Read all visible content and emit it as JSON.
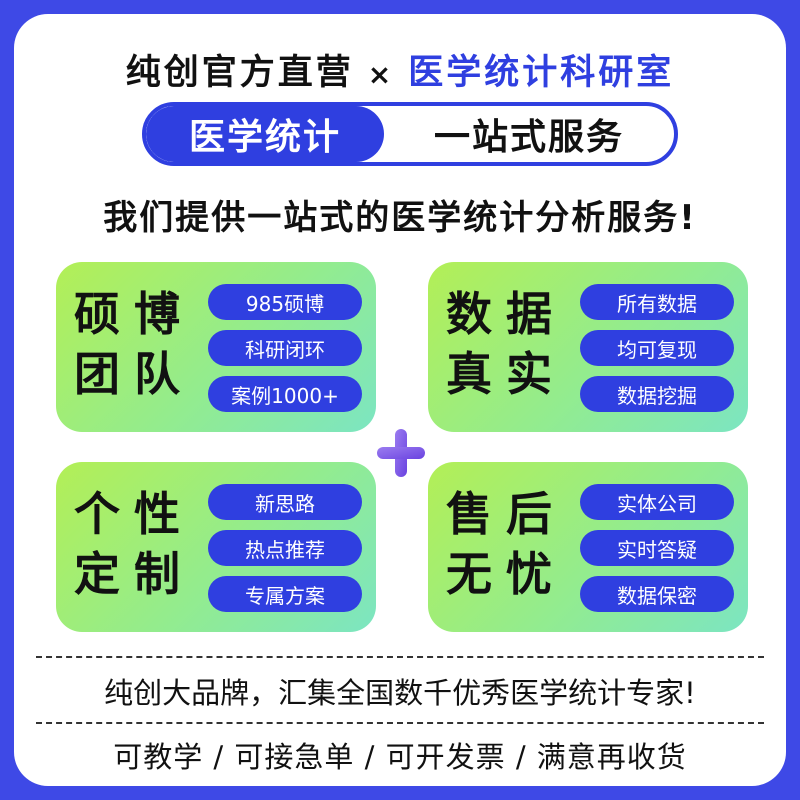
{
  "header": {
    "left": "纯创官方直营",
    "times": "×",
    "brand": "医学统计科研室"
  },
  "pill": {
    "left": "医学统计",
    "right": "一站式服务"
  },
  "tagline": "我们提供一站式的医学统计分析服务!",
  "cards": [
    {
      "title": [
        "硕博",
        "团队"
      ],
      "tags": [
        "985硕博",
        "科研闭环",
        "案例1000+"
      ]
    },
    {
      "title": [
        "数据",
        "真实"
      ],
      "tags": [
        "所有数据",
        "均可复现",
        "数据挖掘"
      ]
    },
    {
      "title": [
        "个性",
        "定制"
      ],
      "tags": [
        "新思路",
        "热点推荐",
        "专属方案"
      ]
    },
    {
      "title": [
        "售后",
        "无忧"
      ],
      "tags": [
        "实体公司",
        "实时答疑",
        "数据保密"
      ]
    }
  ],
  "footer": {
    "line1": "纯创大品牌，汇集全国数千优秀医学统计专家!",
    "line2": "可教学 / 可接急单 / 可开发票 / 满意再收货"
  },
  "colors": {
    "accent": "#2f3fe0",
    "border": "#3e49e6",
    "card_gradient": [
      "#b3ef56",
      "#93ec8e",
      "#7ce5c2"
    ],
    "plus": "#7b57e8"
  }
}
